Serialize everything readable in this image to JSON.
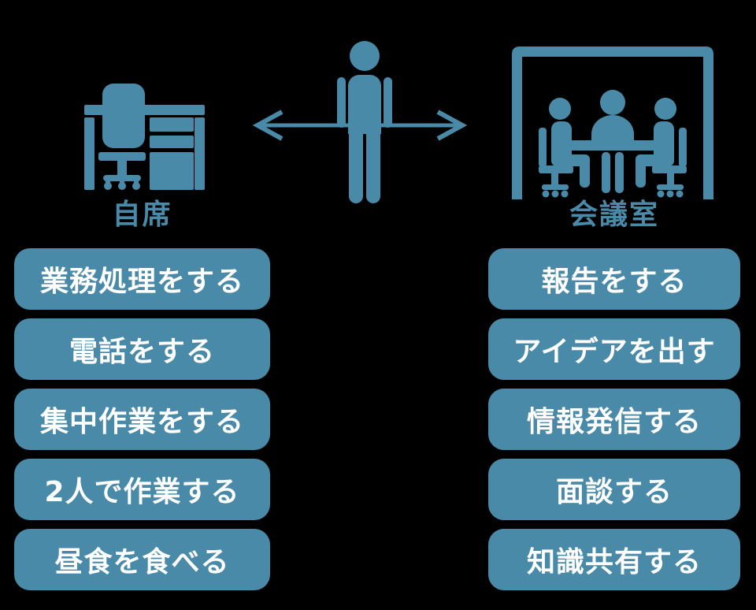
{
  "colors": {
    "accent": "#4a8aa9",
    "background": "#000000",
    "box_text": "#ffffff"
  },
  "center": {
    "person_icon": "person-icon",
    "arrow_icon": "left-right-arrow-icon"
  },
  "left": {
    "label": "自席",
    "icon": "desk-icon",
    "items": [
      "業務処理をする",
      "電話をする",
      "集中作業をする",
      "2人で作業する",
      "昼食を食べる"
    ]
  },
  "right": {
    "label": "会議室",
    "icon": "meeting-room-icon",
    "items": [
      "報告をする",
      "アイデアを出す",
      "情報発信する",
      "面談する",
      "知識共有する"
    ]
  }
}
